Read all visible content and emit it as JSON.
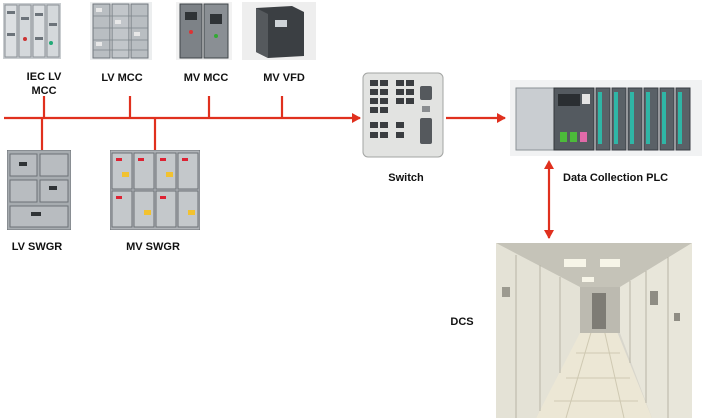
{
  "colors": {
    "wire": "#e0301e"
  },
  "labels": {
    "iec_lv_mcc_line1": "IEC LV",
    "iec_lv_mcc_line2": "MCC",
    "lv_mcc": "LV MCC",
    "mv_mcc": "MV MCC",
    "mv_vfd": "MV VFD",
    "lv_swgr": "LV SWGR",
    "mv_swgr": "MV SWGR",
    "switch": "Switch",
    "plc": "Data Collection PLC",
    "dcs": "DCS"
  }
}
